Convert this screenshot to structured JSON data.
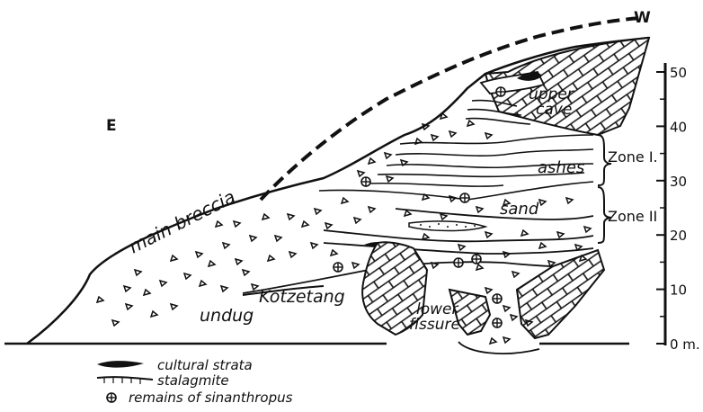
{
  "compass": {
    "east": "E",
    "west": "W"
  },
  "labels": {
    "main_breccia": "main breccia",
    "upper_cave": [
      "upper",
      "cave"
    ],
    "ashes": "ashes",
    "sand": "sand",
    "kotzetang": "Kotzetang",
    "undug": "undug",
    "lower_fissure": [
      "lower",
      "fissure"
    ],
    "zone_1": "Zone I.",
    "zone_2": "Zone II"
  },
  "scale": {
    "ticks": [
      "50",
      "40",
      "30",
      "20",
      "10",
      "0 m."
    ],
    "values_m": [
      50,
      40,
      30,
      20,
      10,
      0
    ]
  },
  "legend": [
    {
      "symbol": "cultural-strata",
      "label": "cultural strata"
    },
    {
      "symbol": "stalagmite",
      "label": "stalagmite"
    },
    {
      "symbol": "sinanthropus",
      "label": "remains of sinanthropus"
    }
  ]
}
